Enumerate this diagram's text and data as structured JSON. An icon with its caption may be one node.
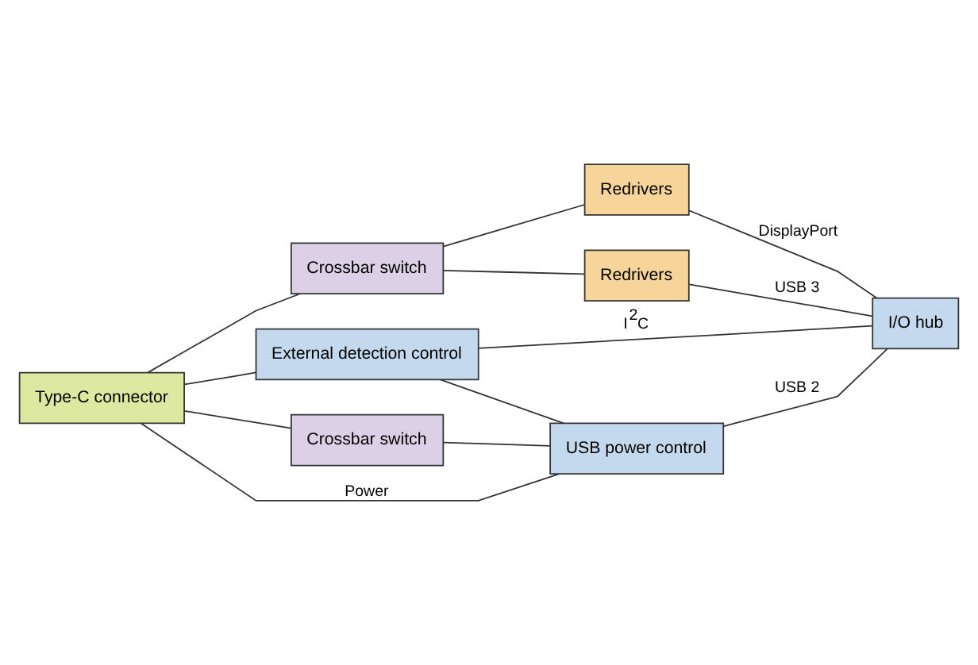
{
  "diagram": {
    "nodes": [
      {
        "text": [
          "Type-C connector"
        ]
      },
      {
        "text": [
          "Crossbar switch"
        ]
      },
      {
        "text": [
          "Redrivers"
        ]
      },
      {
        "text": [
          "Redrivers"
        ]
      },
      {
        "text": [
          "I/O hub"
        ]
      },
      {
        "text": [
          "External detection control"
        ]
      },
      {
        "text": [
          "Crossbar switch"
        ]
      },
      {
        "text": [
          "USB power control"
        ]
      }
    ],
    "edges": [
      {
        "from": 0,
        "to": 1,
        "arrow": "none"
      },
      {
        "from": 1,
        "to": 2,
        "arrow": "none"
      },
      {
        "from": 1,
        "to": 3,
        "arrow": "none"
      },
      {
        "from": 2,
        "to": 4,
        "arrow": "none",
        "label": "DisplayPort"
      },
      {
        "from": 3,
        "to": 4,
        "arrow": "none",
        "label": "USB 3"
      },
      {
        "from": 0,
        "to": 5,
        "arrow": "none"
      },
      {
        "from": 5,
        "to": 4,
        "arrow": "none",
        "label": "I$^{2}$C"
      },
      {
        "from": 5,
        "to": 7,
        "arrow": "none"
      },
      {
        "from": 0,
        "to": 6,
        "arrow": "none"
      },
      {
        "from": 6,
        "to": 7,
        "arrow": "none"
      },
      {
        "from": 7,
        "to": 4,
        "arrow": "none",
        "label": "USB 2"
      },
      {
        "from": 0,
        "to": 7,
        "arrow": "none",
        "label": "Power"
      }
    ]
  }
}
